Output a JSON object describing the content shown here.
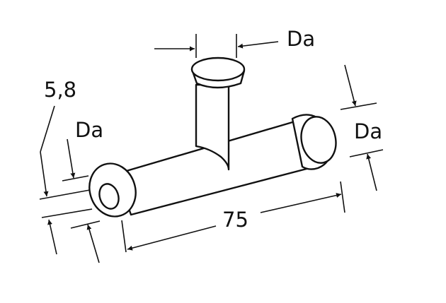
{
  "diagram": {
    "labels": {
      "da_top": "Da",
      "da_right": "Da",
      "da_left": "Da",
      "wall": "5,8",
      "length": "75"
    }
  }
}
